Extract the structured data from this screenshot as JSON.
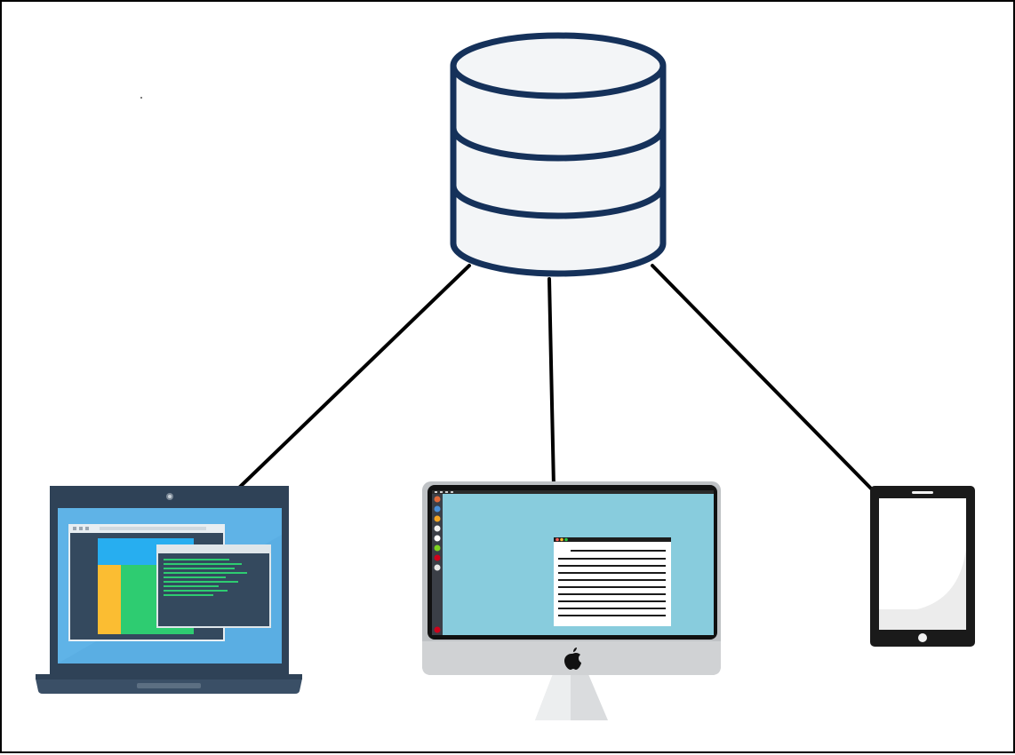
{
  "diagram": {
    "nodes": [
      {
        "id": "database",
        "icon": "database-icon",
        "color": "#15315a",
        "fill": "#f3f5f7"
      },
      {
        "id": "laptop",
        "icon": "laptop-icon",
        "color": "#2f4257",
        "screen": "#5aaee3"
      },
      {
        "id": "desktop",
        "icon": "imac-desktop-icon",
        "color": "#111111",
        "screen": "#88ccdd"
      },
      {
        "id": "tablet",
        "icon": "tablet-icon",
        "color": "#1a1a1a"
      }
    ],
    "edges": [
      {
        "from": "database",
        "to": "laptop"
      },
      {
        "from": "database",
        "to": "desktop"
      },
      {
        "from": "database",
        "to": "tablet"
      }
    ]
  }
}
